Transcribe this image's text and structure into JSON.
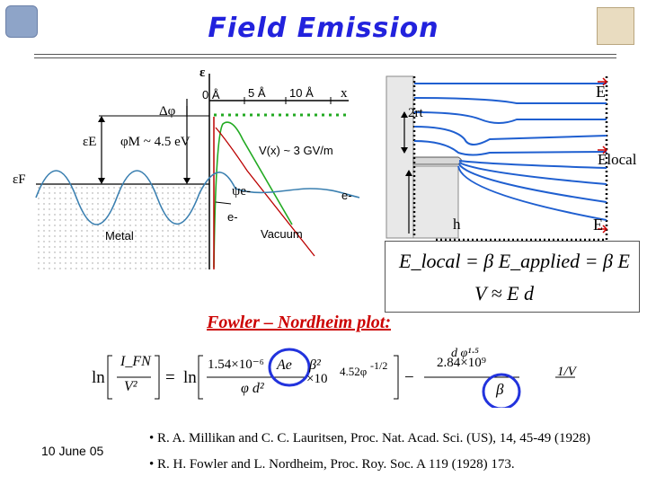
{
  "title": "Field Emission",
  "date": "10 June 05",
  "diagram": {
    "epsilon_label": "ε",
    "axis_ticks": [
      "0 Å",
      "5 Å",
      "10 Å"
    ],
    "x_label": "x",
    "delta_phi": "Δφ",
    "eps_e": "εE",
    "phi_m": "φM ~ 4.5 eV",
    "eps_f": "εF",
    "field_label": "V(x) ~ 3 GV/m",
    "psi_label": "ψe-",
    "electron_1": "e-",
    "electron_2": "e-",
    "metal_label": "Metal",
    "vacuum_label": "Vacuum"
  },
  "field_diagram": {
    "e_top": "E",
    "two_rt": "2rt",
    "e_local": "Elocal",
    "h_label": "h",
    "e_bottom": "E"
  },
  "equations": {
    "local": "E_local = β E_applied = β E",
    "v": "V ≈ E d"
  },
  "fn_plot_label": "Fowler – Nordheim plot:",
  "fn_equation": {
    "lhs_num": "I_FN",
    "lhs_den": "V²",
    "coef1": "1.54×10⁻⁶",
    "ae": "Ae",
    "beta2": "β²",
    "exp_coef": "×10",
    "exp_val": "4.52φ",
    "exp_pow": "-1/2",
    "den1": "φ d²",
    "coef2": "2.84×10⁹",
    "num2": "d φ¹·⁵",
    "beta": "β",
    "one_over_v": "1/V"
  },
  "references": [
    "• R. A. Millikan and C. C. Lauritsen, Proc. Nat. Acad. Sci. (US), 14, 45-49 (1928)",
    "• R. H. Fowler and L. Nordheim, Proc. Roy. Soc. A 119 (1928) 173."
  ],
  "colors": {
    "title": "#2222dd",
    "red": "#cc0000",
    "field_lines": "#1f5fd0",
    "barrier": "#22aa22",
    "wave": "#3a7fb0",
    "circle": "#2233dd"
  }
}
